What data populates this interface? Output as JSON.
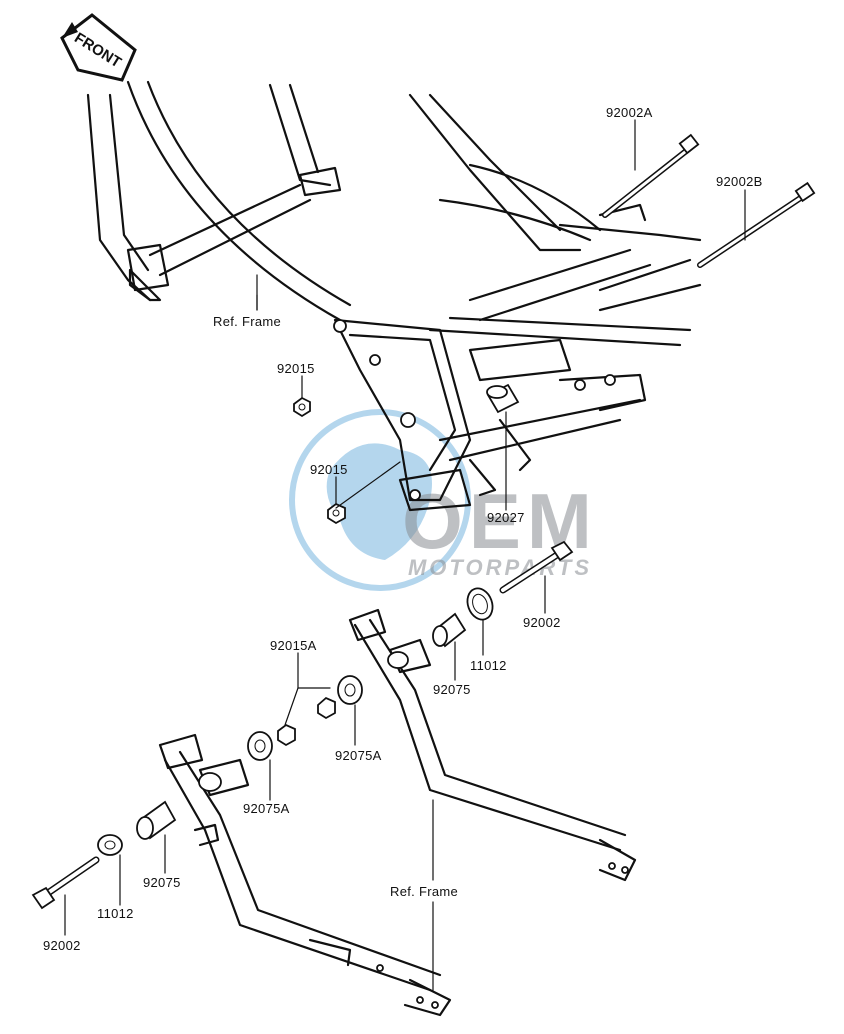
{
  "front_tag": "FRONT",
  "labels": {
    "p92002A": "92002A",
    "p92002B": "92002B",
    "ref_frame_upper": "Ref. Frame",
    "p92015_upper": "92015",
    "p92015_middle": "92015",
    "p92027": "92027",
    "p92002_right": "92002",
    "p11012_right": "11012",
    "p92075_right": "92075",
    "p92015A": "92015A",
    "p92075A_right": "92075A",
    "p92075A_left": "92075A",
    "p92075_left": "92075",
    "p11012_left": "11012",
    "p92002_left": "92002",
    "ref_frame_lower": "Ref. Frame"
  },
  "watermark": {
    "brand": "OEM",
    "sub": "MOTORPARTS",
    "color": "#5aa5d8"
  }
}
